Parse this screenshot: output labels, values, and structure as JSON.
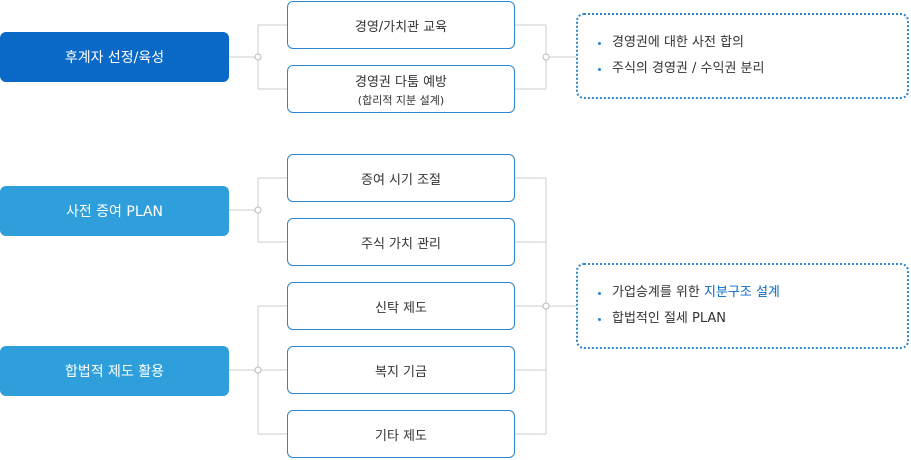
{
  "categories": {
    "succession": "후계자 선정/육성",
    "gift": "사전 증여 PLAN",
    "legal": "합법적 제도 활용"
  },
  "items": {
    "values_education": "경영/가치관 교육",
    "dispute_prevention": "경영권 다툼 예방",
    "dispute_prevention_sub": "(합리적 지분 설계)",
    "gift_timing": "증여 시기 조절",
    "stock_value": "주식 가치 관리",
    "trust": "신탁 제도",
    "welfare_fund": "복지 기금",
    "other_system": "기타 제도"
  },
  "notes": {
    "top": [
      "경영권에 대한 사전 합의",
      "주식의 경영권 / 수익권 분리"
    ],
    "bottom_1_prefix": "가업승계를 위한 ",
    "bottom_1_highlight": "지분구조 설계",
    "bottom_2": "합법적인 절세 PLAN"
  },
  "colors": {
    "dark_blue": "#0a69c7",
    "light_blue": "#2f9fdc",
    "border_blue": "#2b86cf",
    "connector_gray": "#cccccc"
  }
}
